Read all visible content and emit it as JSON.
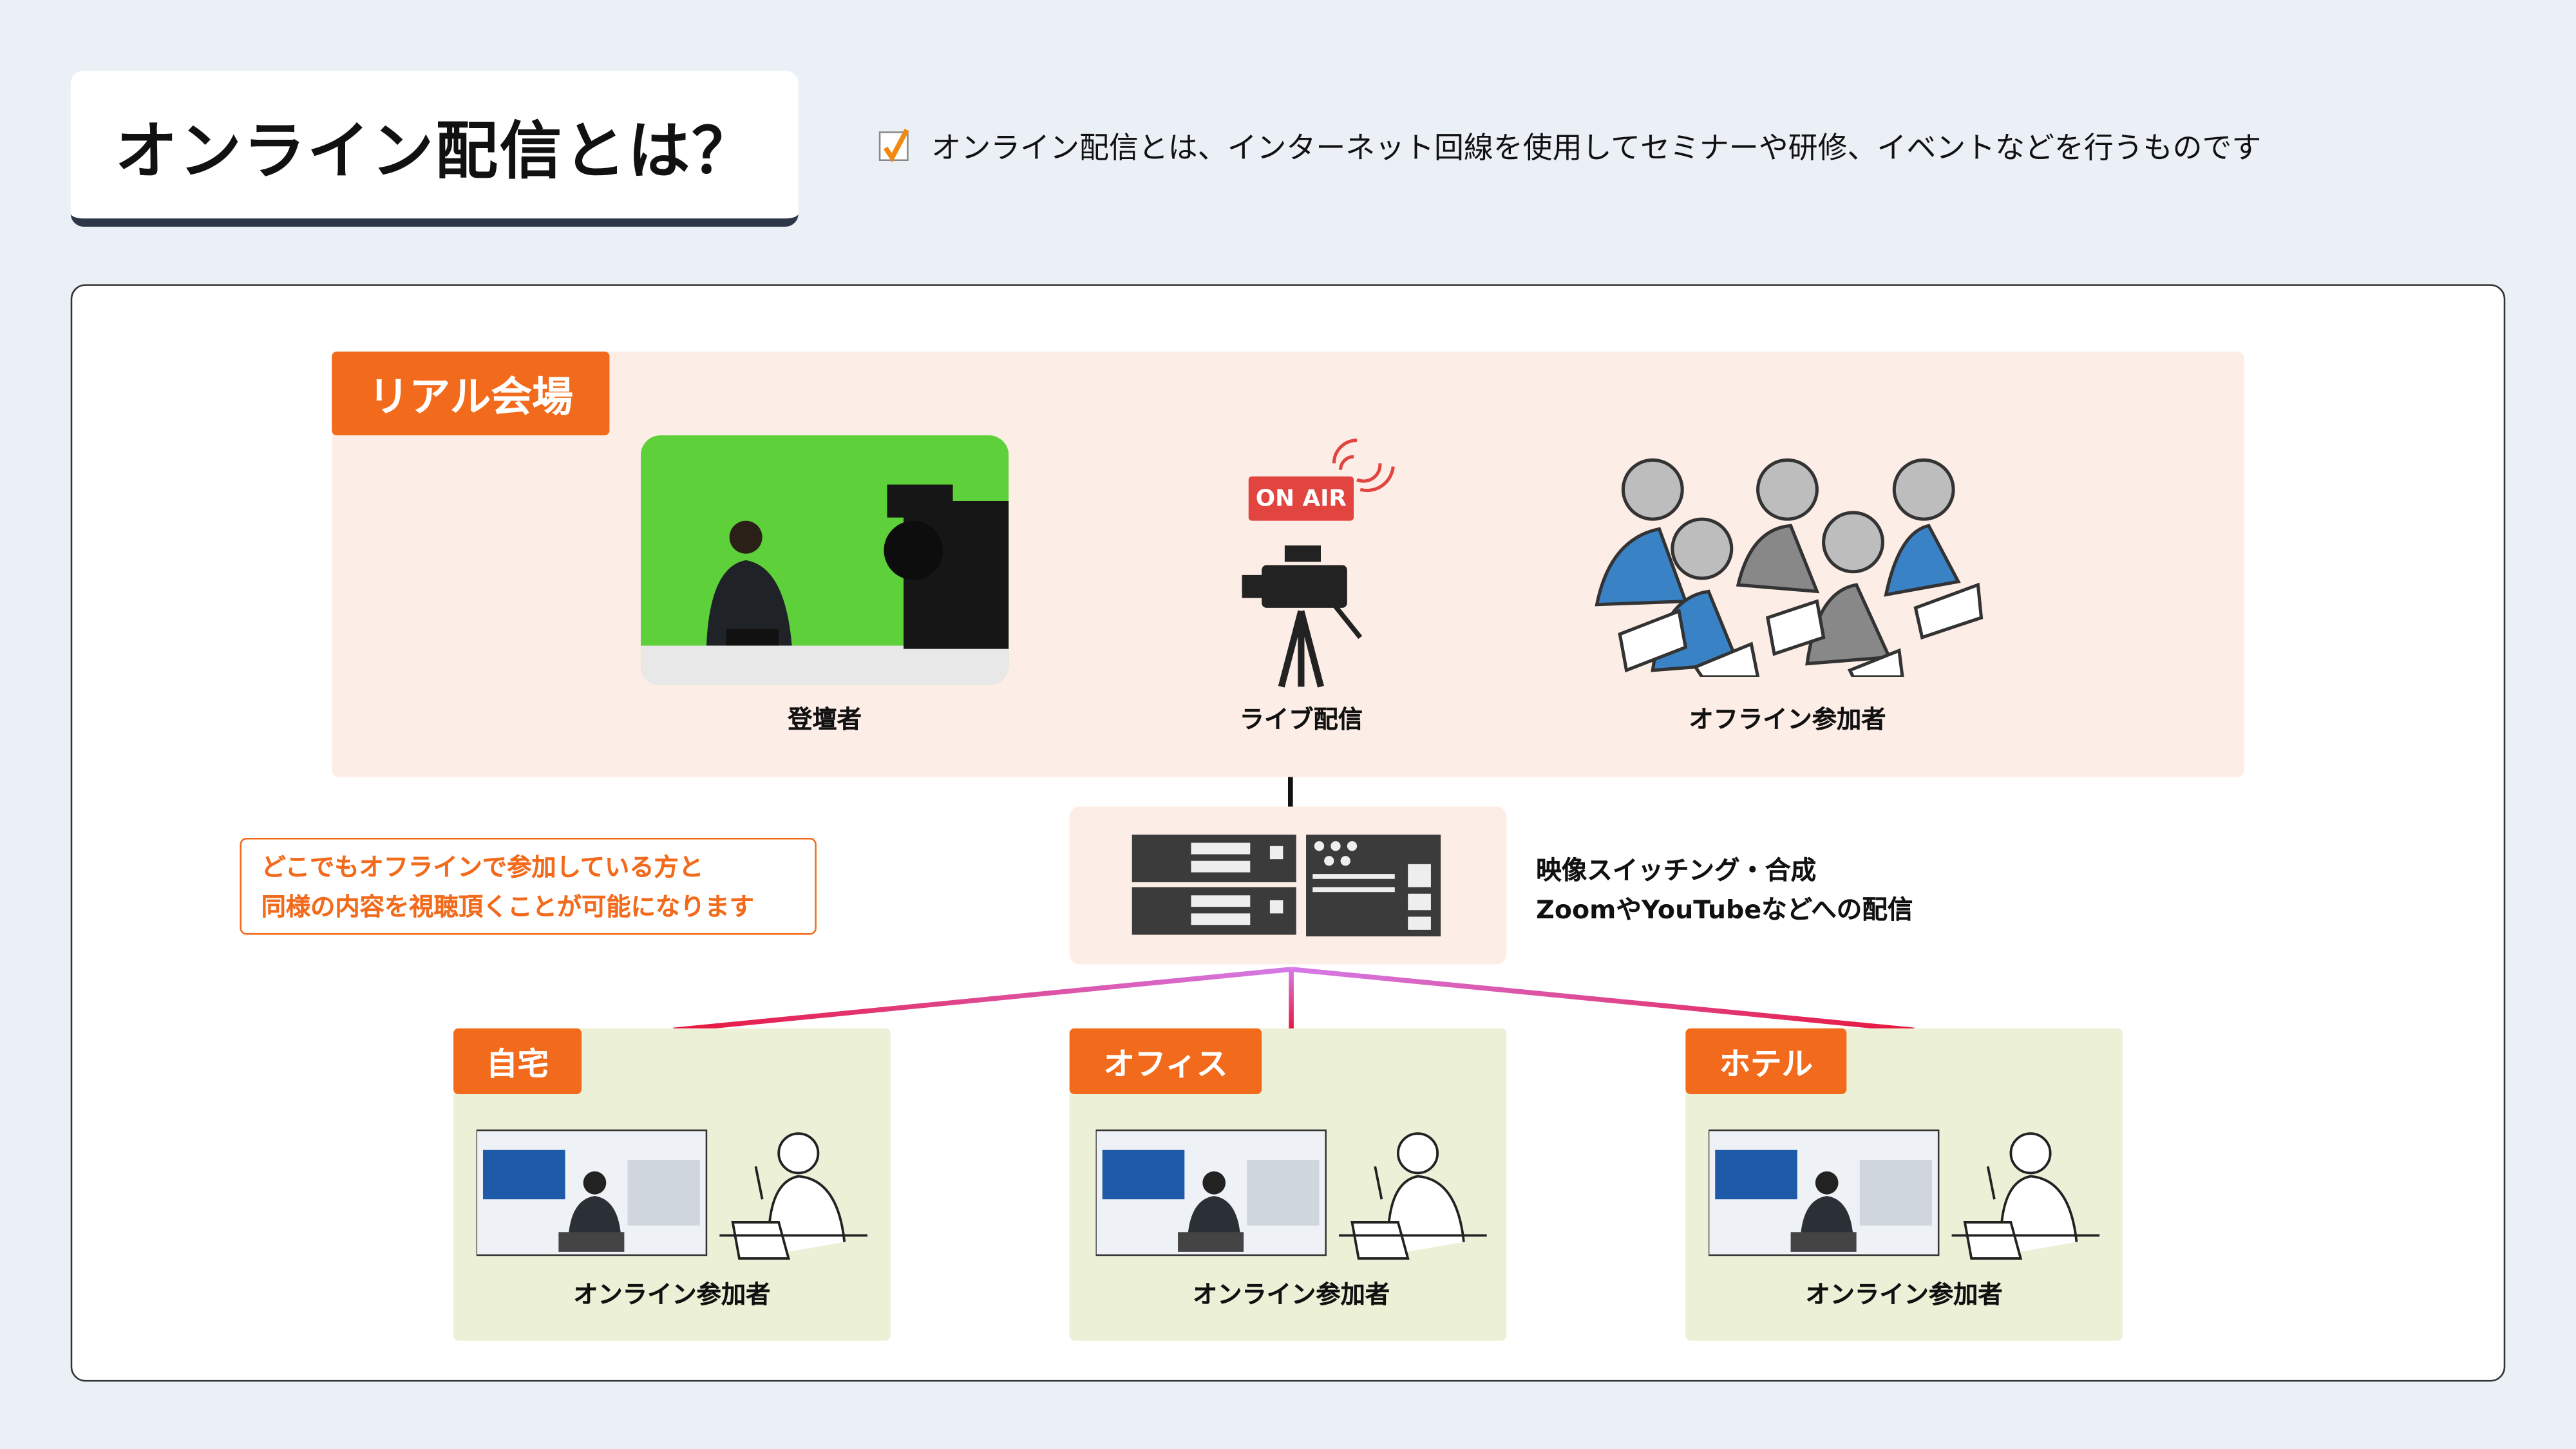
{
  "header": {
    "title": "オンライン配信とは？",
    "intro": "オンライン配信とは、インターネット回線を使用してセミナーや研修、イベントなどを行うものです",
    "intro_icon": "checkbox-checked-icon"
  },
  "venue": {
    "tag": "リアル会場",
    "speaker_label": "登壇者",
    "live_label": "ライブ配信",
    "on_air": "ON AIR",
    "offline_label": "オフライン参加者"
  },
  "switcher": {
    "line1": "映像スイッチング・合成",
    "line2": "ZoomやYouTubeなどへの配信"
  },
  "callout": {
    "line1": "どこでもオフラインで参加している方と",
    "line2": "同様の内容を視聴頂くことが可能になります"
  },
  "sites": [
    {
      "tag": "自宅",
      "label": "オンライン参加者"
    },
    {
      "tag": "オフィス",
      "label": "オンライン参加者"
    },
    {
      "tag": "ホテル",
      "label": "オンライン参加者"
    }
  ],
  "colors": {
    "accent": "#f26a1b",
    "venue_bg": "#fdede7",
    "site_bg": "#ecf0d6",
    "on_air": "#e2443f",
    "green_screen": "#5ed13a"
  }
}
